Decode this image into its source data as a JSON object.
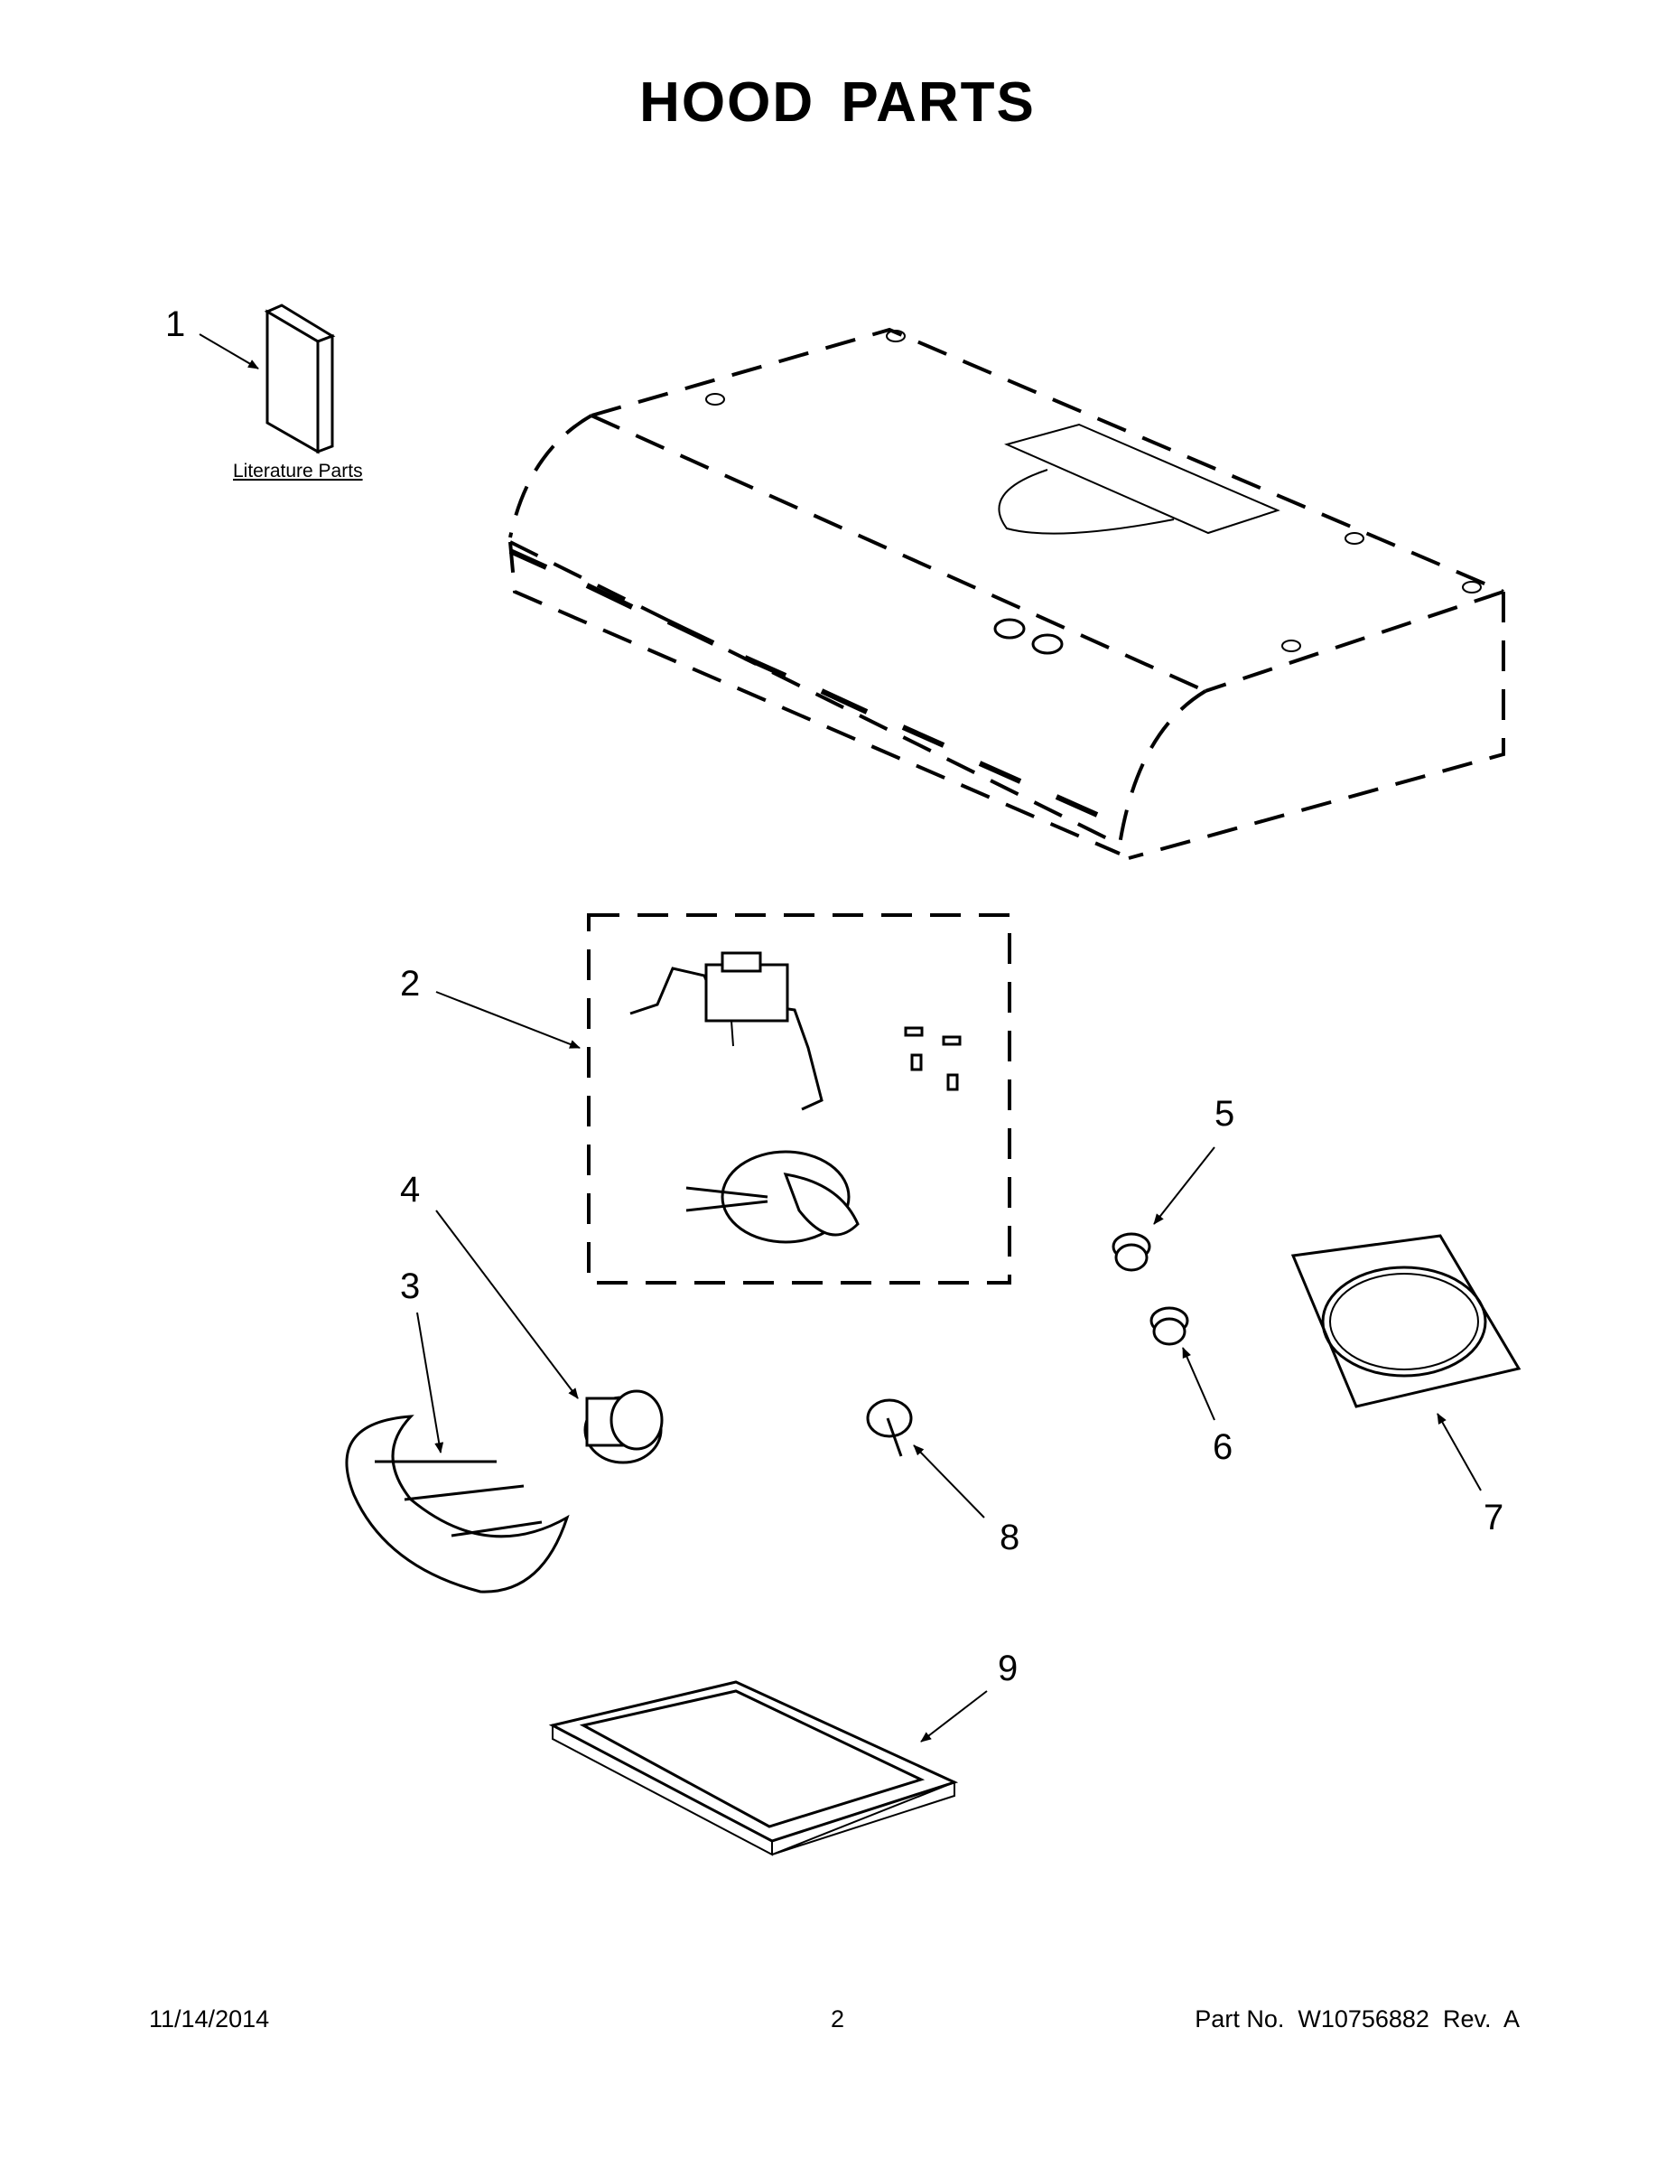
{
  "title": "HOOD PARTS",
  "literature_label": "Literature Parts",
  "callouts": {
    "c1": "1",
    "c2": "2",
    "c3": "3",
    "c4": "4",
    "c5": "5",
    "c6": "6",
    "c7": "7",
    "c8": "8",
    "c9": "9"
  },
  "footer": {
    "date": "11/14/2014",
    "page": "2",
    "part_no": "Part No.  W10756882  Rev.  A"
  }
}
